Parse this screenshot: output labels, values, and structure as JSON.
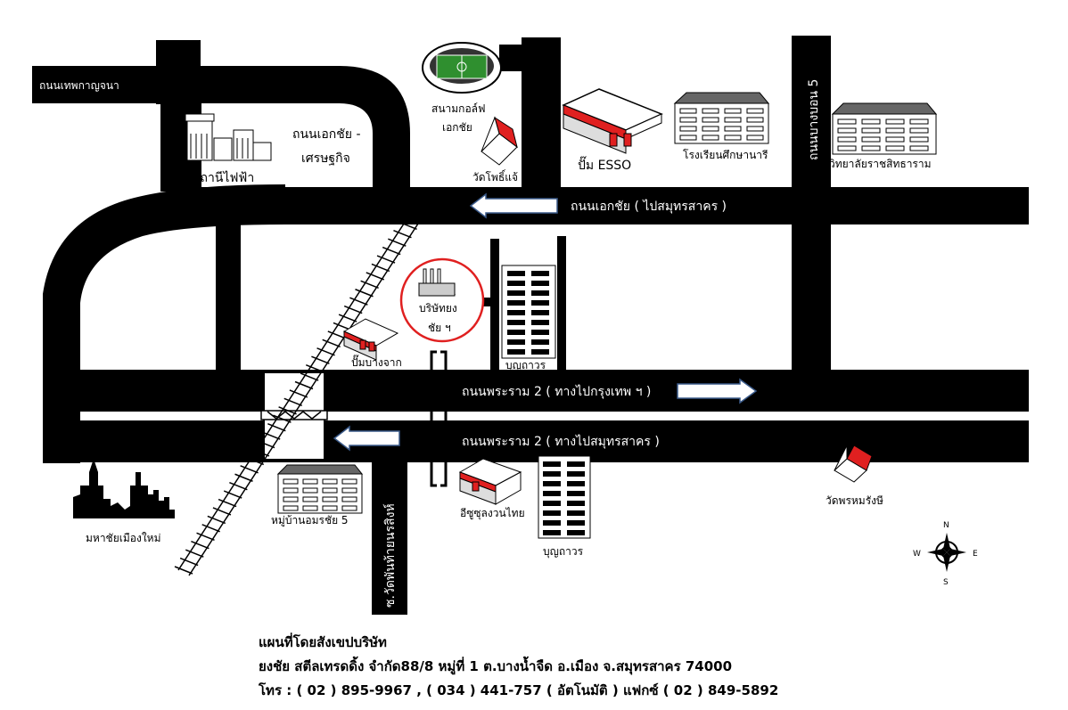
{
  "roads": {
    "thep_kanchana": "ถนนเทพกาญจนา",
    "ekkachai_setthakit_1": "ถนนเอกชัย -",
    "ekkachai_setthakit_2": "เศรษฐกิจ",
    "ekkachai_samut_sakhon": "ถนนเอกชัย ( ไปสมุทรสาคร )",
    "bang_bon_5": "ถนนบางบอน 5",
    "rama2_to_bangkok": "ถนนพระราม 2 ( ทางไปกรุงเทพ ฯ )",
    "rama2_to_samut_sakhon": "ถนนพระราม 2 ( ทางไปสมุทรสาคร )",
    "soi_wat_phan_thai": "ซ.วัดพันท้ายนรสิงห์"
  },
  "landmarks": {
    "golf_course_1": "สนามกอล์ฟ",
    "golf_course_2": "เอกชัย",
    "wat_pho_chae": "วัดโพธิ์แจ้",
    "esso": "ปั๊ม ESSO",
    "school": "โรงเรียนศึกษานารี",
    "college": "วิทยาลัยราชสิทธาราม",
    "substation": "สถานีไฟฟ้า",
    "company_1": "บริษัทยง",
    "company_2": "ชัย ฯ",
    "pump_bang_chak": "ปั๊มบางจาก",
    "boon_thavorn_1": "บุญถาวร",
    "boon_thavorn_2": "บุญถาวร",
    "village": "หมู่บ้านอมรชัย 5",
    "isuzu": "อีซูซุลงวนไทย",
    "wat_phrom": "วัดพรหมรังษี",
    "mahachai": "มหาชัยเมืองใหม่"
  },
  "compass": {
    "n": "N",
    "s": "S",
    "e": "E",
    "w": "W"
  },
  "footer": {
    "line1": "แผนที่โดยสังเขปบริษัท",
    "line2": "ยงชัย สตีลเทรดดิ้ง จำกัด88/8 หมู่ที่ 1 ต.บางน้ำจืด อ.เมือง จ.สมุทรสาคร 74000",
    "line3": "โทร : ( 02 ) 895-9967 , ( 034 ) 441-757 ( อัตโนมัติ ) แฟกซ์ ( 02 ) 849-5892"
  },
  "colors": {
    "road": "#000000",
    "accent": "#e02020",
    "arrow": "#3a5a8a",
    "field": "#2f8f2f"
  }
}
